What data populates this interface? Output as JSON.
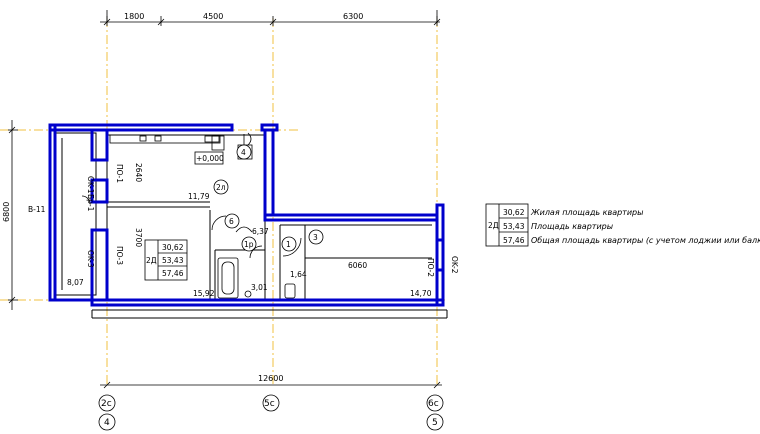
{
  "top_dims": [
    "1800",
    "4500",
    "6300"
  ],
  "bottom_dim": "12600",
  "left_dim": "6800",
  "axis_labels": {
    "a1_top": "2c",
    "a1_bottom": "4",
    "a2": "5c",
    "a3_top": "6c",
    "a3_bottom": "5"
  },
  "wall_labels": {
    "b11": "B-11",
    "ok1": "OK-1",
    "bp1": "Бр-1",
    "ok3": "OK-3",
    "po1": "ПО-1",
    "po3": "ПО-3",
    "ok2": "OK-2",
    "po2": "ПО-2",
    "d2640": "2640",
    "d3700": "3700",
    "d6060": "6060"
  },
  "elevation": "+0,000",
  "rooms": [
    {
      "num": "4",
      "area": ""
    },
    {
      "num": "2л",
      "area": "11,79"
    },
    {
      "num": "6",
      "area": ""
    },
    {
      "num": "1р",
      "area": "6,37"
    },
    {
      "num": "1",
      "area": "1,64"
    },
    {
      "num": "3",
      "area": ""
    }
  ],
  "areas": {
    "loggia": "8,07",
    "living1": "15,92",
    "bath": "3,01",
    "living2": "14,70"
  },
  "plan_stamp": {
    "type": "2Д",
    "v1": "30,62",
    "v2": "53,43",
    "v3": "57,46"
  },
  "legend": {
    "type": "2Д",
    "rows": [
      {
        "value": "30,62",
        "label": "Жилая площадь квартиры"
      },
      {
        "value": "53,43",
        "label": "Площадь квартиры"
      },
      {
        "value": "57,46",
        "label": "Общая площадь квартиры (с учетом лоджии или балкона)"
      }
    ]
  },
  "colors": {
    "wall": "#0000cc",
    "axis": "#f0c040",
    "line": "#000000"
  }
}
